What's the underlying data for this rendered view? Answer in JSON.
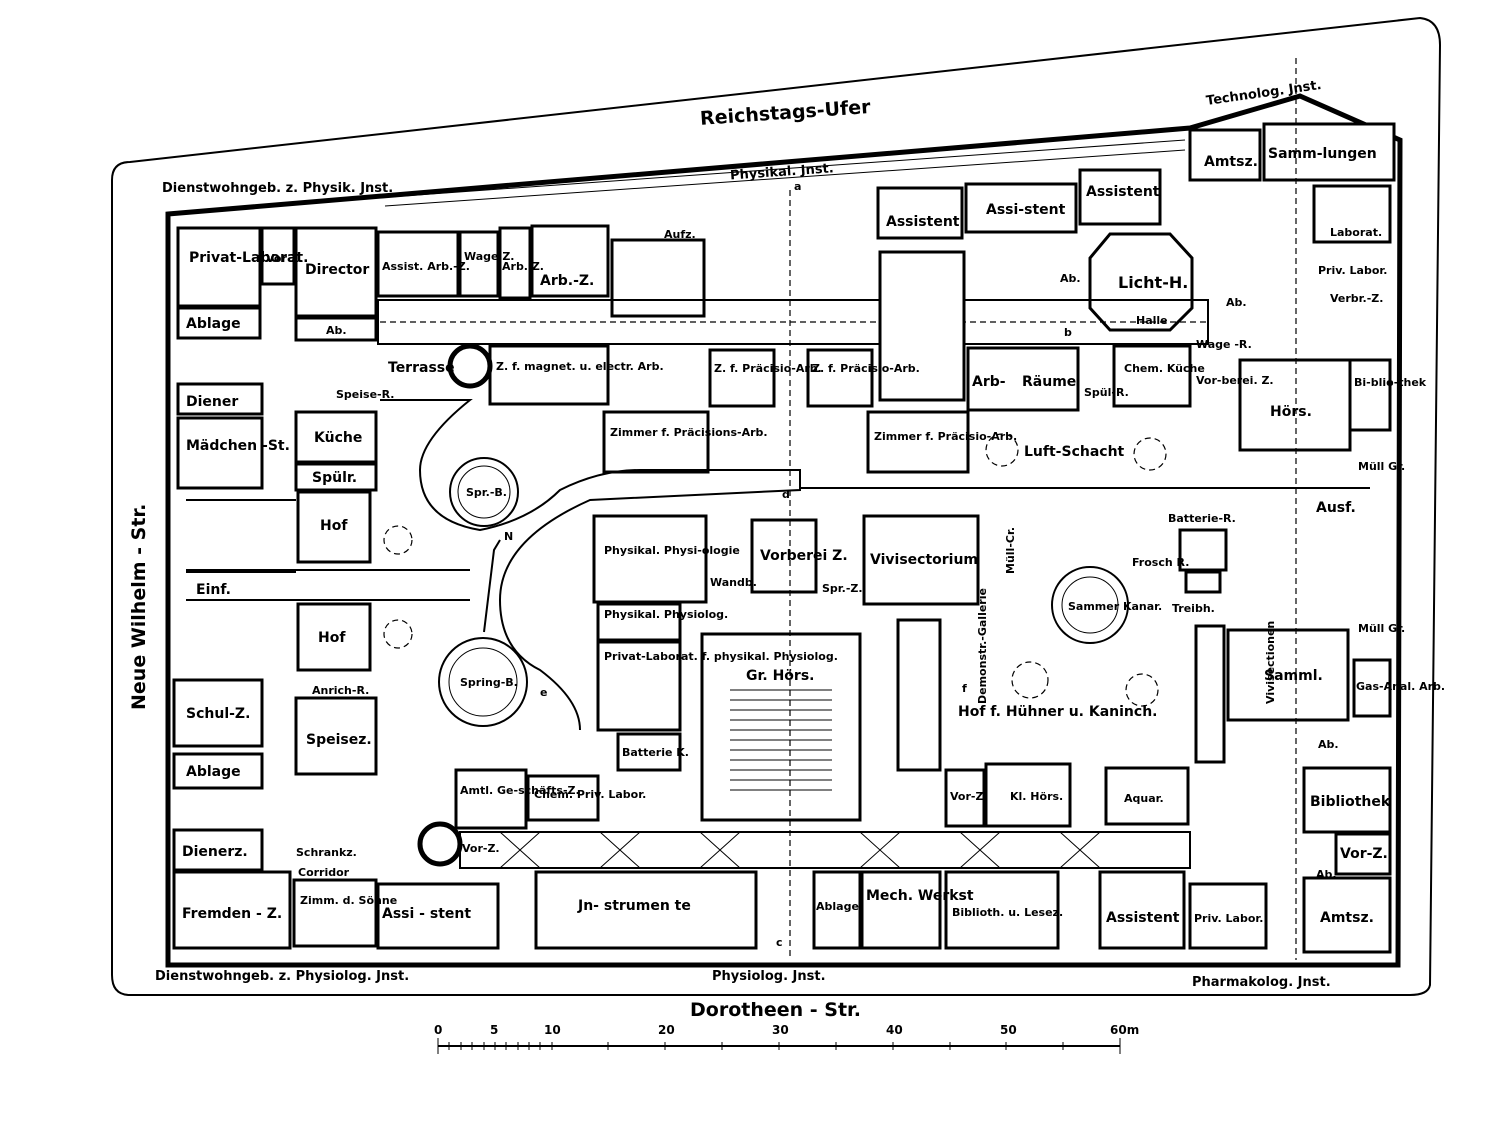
{
  "streets": {
    "north": "Reichstags-Ufer",
    "south": "Dorotheen - Str.",
    "west": "Neue Wilhelm - Str."
  },
  "institutes": {
    "dienst_physik": "Dienstwohngeb. z. Physik. Jnst.",
    "physikal": "Physikal. Jnst.",
    "technolog": "Technolog. Jnst.",
    "dienst_physiolog": "Dienstwohngeb. z. Physiolog. Jnst.",
    "physiolog": "Physiolog. Jnst.",
    "pharmakolog": "Pharmakolog. Jnst."
  },
  "rooms": {
    "privat_laborat": "Privat-Laborat.",
    "vorz_1": "Vor Z.",
    "director": "Director",
    "assist_arb_z": "Assist. Arb.-Z.",
    "wage_z": "Wage Z.",
    "arb_z_small": "Arb. Z.",
    "arb_z": "Arb.-Z.",
    "aufz": "Aufz.",
    "assistent_n1": "Assistent",
    "assi_stent_n": "Assi-stent",
    "assistent_n2": "Assistent",
    "amtsz_ne": "Amtsz.",
    "sammlungen": "Samm-lungen",
    "laborat_ne": "Laborat.",
    "priv_labor_ne": "Priv. Labor.",
    "ab_ne": "Ab.",
    "verbr_z": "Verbr.-Z.",
    "ablage_nw": "Ablage",
    "ab_nw": "Ab.",
    "terrasse": "Terrasse",
    "z_magnet": "Z. f. magnet. u. electr. Arb.",
    "z_praecisio_1": "Z. f. Präcisio-Arb.",
    "z_praecisio_2": "Z. f. Präcisio-Arb.",
    "licht_h": "Licht-H.",
    "ab_lh": "Ab.",
    "halle": "Halle",
    "wage_r": "Wage -R.",
    "diener": "Diener",
    "speise": "Speise-R.",
    "maedchen_st": "Mädchen -St.",
    "kueche": "Küche",
    "spuelr": "Spülr.",
    "zimmer_praec_1": "Zimmer f. Präcisions-Arb.",
    "zimmer_praec_2": "Zimmer f. Präcisio-Arb.",
    "arb_raeume_1": "Arb-",
    "arb_raeume_2": "Räume",
    "spuel_r": "Spül-R.",
    "chem_kueche": "Chem. Küche",
    "vorberei_z": "Vor-berei. Z.",
    "hoers": "Hörs.",
    "bibliothek_ne": "Bi-blio-thek",
    "luft_schacht": "Luft-Schacht",
    "spr_b": "Spr.-B.",
    "muell_gr_1": "Müll Gr.",
    "hof_1": "Hof",
    "einf": "Einf.",
    "ausf": "Ausf.",
    "physikal_physiologie": "Physikal. Physi-ologie",
    "vorberei_z2": "Vorberei Z.",
    "vivisectorium": "Vivisectorium",
    "wandb": "Wandb.",
    "spr_z": "Spr.-Z.",
    "muell_cr": "Müll-Cr.",
    "batterie_r": "Batterie-R.",
    "frosch_r": "Frosch R.",
    "treibh": "Treibh.",
    "hof_2": "Hof",
    "physikal_physiolog": "Physikal. Physiolog.",
    "sammer_kanar": "Sammer Kanar.",
    "muell_gr_2": "Müll Gr.",
    "privat_lab_phys": "Privat-Laborat. f. physikal. Physiolog.",
    "gr_hoers": "Gr. Hörs.",
    "demonstr_gallerie": "Demonstr.-Gallerie",
    "hof_huehner": "Hof f. Hühner u. Kaninch.",
    "vivisectionen": "Vivisectionen",
    "samml": "Samml.",
    "gas_anal_arb": "Gas-Anal. Arb.",
    "spring_b": "Spring-B.",
    "schul_z": "Schul-Z.",
    "anrich_r": "Anrich-R.",
    "speisez": "Speisez.",
    "batterie_k": "Batterie K.",
    "ablage_sw": "Ablage",
    "amtl_geschaefts": "Amtl. Ge-schäfts-Z.",
    "chem_priv_labor": "Chem. Priv. Labor.",
    "vor_z_s": "Vor-Z.",
    "kl_hoers": "Kl. Hörs.",
    "aquar": "Aquar.",
    "ab_se": "Ab.",
    "bibliothek_se": "Bibliothek",
    "dienerz": "Dienerz.",
    "schrankz": "Schrankz.",
    "corridor": "Corridor",
    "vor_z_sw": "Vor-Z.",
    "vor_z_se": "Vor-Z.",
    "ab_se2": "Ab.",
    "fremden_z": "Fremden - Z.",
    "zimm_soehne": "Zimm. d. Söhne",
    "assistent_s": "Assi - stent",
    "instrumente": "Jn- strumen te",
    "ablage_s": "Ablage",
    "mech_werkst": "Mech. Werkst",
    "biblioth_lesez": "Biblioth. u. Lesez.",
    "assistent_se": "Assistent",
    "priv_labor_se": "Priv. Labor.",
    "amtsz_se": "Amtsz."
  },
  "scale": {
    "ticks": [
      "0",
      "5",
      "10",
      "20",
      "30",
      "40",
      "50",
      "60m"
    ]
  },
  "axis_letters": [
    "a",
    "b",
    "c",
    "d",
    "e",
    "f"
  ]
}
